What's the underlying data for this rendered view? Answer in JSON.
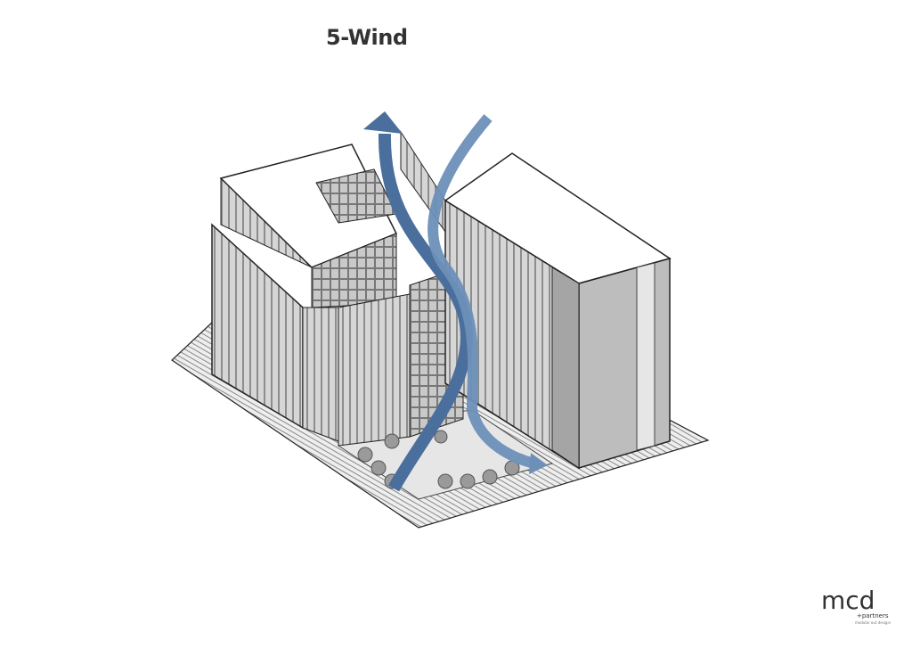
{
  "title": "5-Wind",
  "colors": {
    "wind_arrow": "#4a6f9c",
    "wind_arrow_light": "#6d8fb8",
    "facade": "#cfcfcf",
    "facade_dark": "#9a9a9a",
    "roof": "#ffffff",
    "outline": "#222222"
  },
  "logo": {
    "text": "mcd",
    "subtext": "+partners",
    "tagline": "modular out designs"
  }
}
